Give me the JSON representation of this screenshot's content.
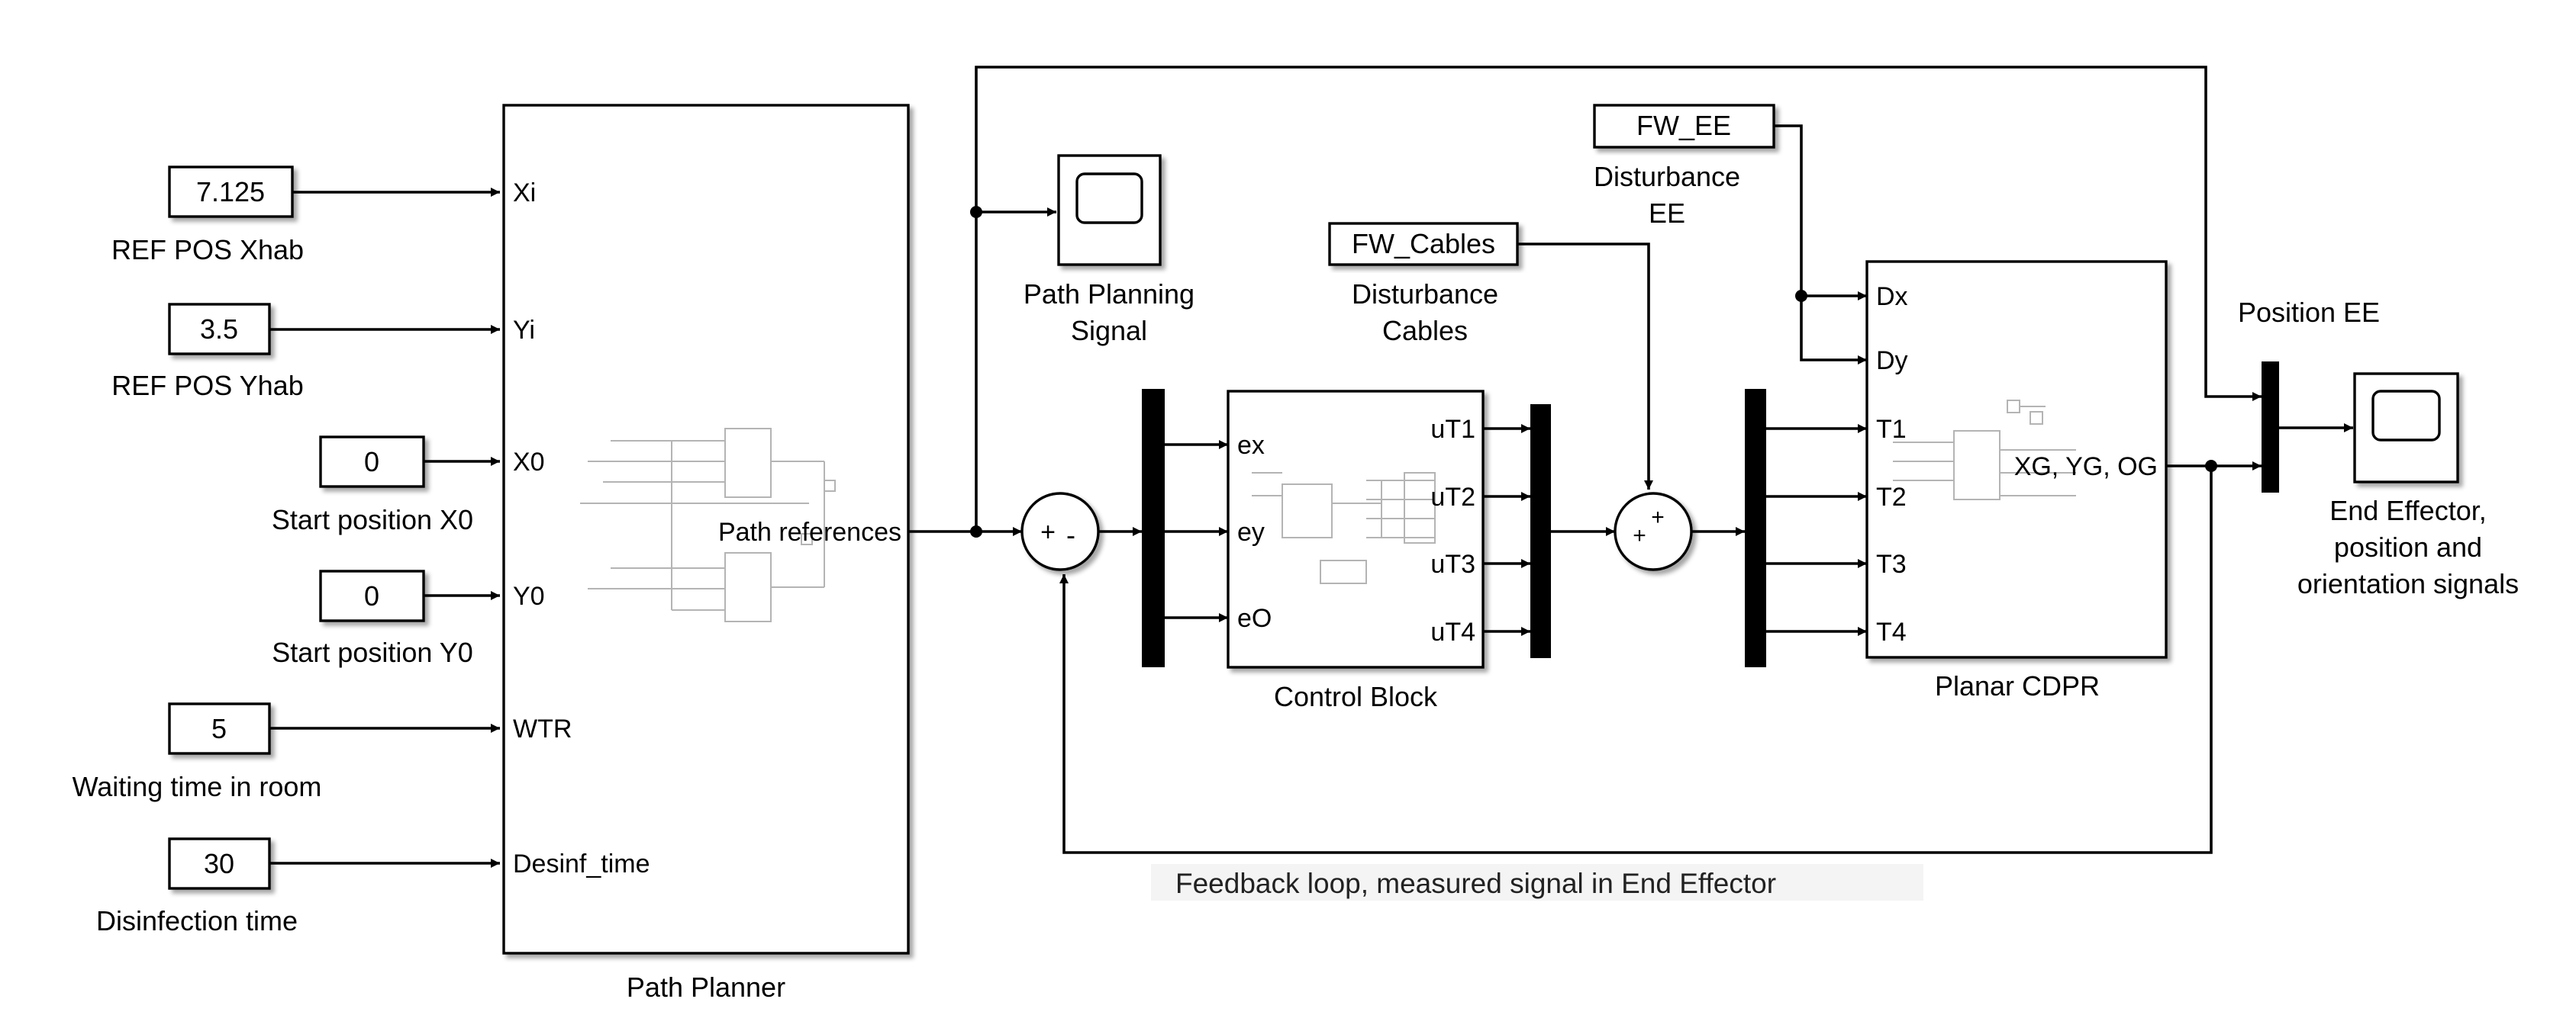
{
  "diagram": {
    "constants": [
      {
        "value": "7.125",
        "label": "REF POS Xhab"
      },
      {
        "value": "3.5",
        "label": "REF POS Yhab"
      },
      {
        "value": "0",
        "label": "Start position X0"
      },
      {
        "value": "0",
        "label": "Start position Y0"
      },
      {
        "value": "5",
        "label": "Waiting time in room"
      },
      {
        "value": "30",
        "label": "Disinfection time"
      }
    ],
    "path_planner": {
      "name": "Path Planner",
      "inputs": [
        "Xi",
        "Yi",
        "X0",
        "Y0",
        "WTR",
        "Desinf_time"
      ],
      "output": "Path references"
    },
    "path_scope_label": [
      "Path Planning",
      "Signal"
    ],
    "sum1_signs": [
      "+",
      "-"
    ],
    "control_block": {
      "name": "Control Block",
      "inputs": [
        "ex",
        "ey",
        "eO"
      ],
      "outputs": [
        "uT1",
        "uT2",
        "uT3",
        "uT4"
      ]
    },
    "fw_cables": {
      "value": "FW_Cables",
      "label": [
        "Disturbance",
        "Cables"
      ]
    },
    "sum2_signs": [
      "+",
      "+"
    ],
    "fw_ee": {
      "value": "FW_EE",
      "label": [
        "Disturbance",
        "EE"
      ]
    },
    "planar_cdpr": {
      "name": "Planar CDPR",
      "inputs": [
        "Dx",
        "Dy",
        "T1",
        "T2",
        "T3",
        "T4"
      ],
      "output": "XG, YG, OG"
    },
    "position_mux_label": "Position EE",
    "ee_scope_label": [
      "End Effector,",
      "position and",
      "orientation signals"
    ],
    "feedback_annotation": "Feedback loop, measured signal in End Effector"
  }
}
